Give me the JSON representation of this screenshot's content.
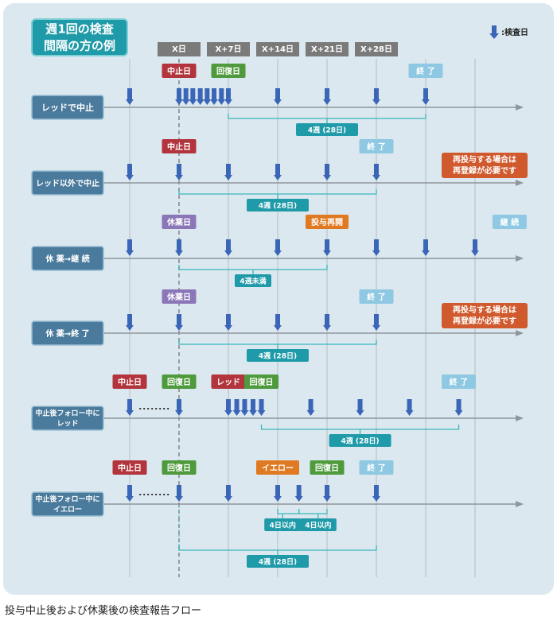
{
  "title": {
    "line1": "週1回の検査",
    "line2": "間隔の方の例"
  },
  "legend": {
    "label": ":検査日"
  },
  "columns": [
    "X日",
    "X+7日",
    "X+14日",
    "X+21日",
    "X+28日"
  ],
  "caption": "投与中止後および休薬後の検査報告フロー",
  "colors": {
    "panel_bg": "#dbe8ef",
    "row_label": "#4a7a9c",
    "arrow_marker": "#3b66b8",
    "red_tag": "#b2343d",
    "green_tag": "#4e9a3c",
    "purple_tag": "#8b77b8",
    "orange_tag": "#e07a22",
    "light_blue_tag": "#8ec8e2",
    "teal_label": "#1f9aa8",
    "brace": "#3bb6bb",
    "note_tag": "#d05a2e",
    "column_header": "#7a7a7a"
  },
  "rows": [
    {
      "label": [
        "レッドで中止"
      ],
      "ticks": [
        0,
        1,
        1.14,
        1.28,
        1.43,
        1.57,
        1.71,
        1.86,
        2,
        3,
        4,
        5,
        6
      ],
      "tags": [
        {
          "text": "中止日",
          "col": 1,
          "color": "red"
        },
        {
          "text": "回復日",
          "col": 2,
          "color": "green"
        },
        {
          "text": "終 了",
          "col": 6,
          "color": "lightblue"
        }
      ],
      "brace": {
        "from": 2,
        "to": 6,
        "label": "4週 (28日)",
        "labelCol": 4
      }
    },
    {
      "label": [
        "レッド以外で中止"
      ],
      "ticks": [
        0,
        1,
        2,
        3,
        4,
        5
      ],
      "tags": [
        {
          "text": "中止日",
          "col": 1,
          "color": "red"
        },
        {
          "text": "終 了",
          "col": 5,
          "color": "lightblue"
        }
      ],
      "note": [
        "再投与する場合は",
        "再登録が必要です"
      ],
      "brace": {
        "from": 1,
        "to": 5,
        "label": "4週 (28日)",
        "labelCol": 3
      }
    },
    {
      "label": [
        "休 薬→継 続"
      ],
      "ticks": [
        0,
        1,
        2,
        3,
        4,
        5,
        6,
        7
      ],
      "tags": [
        {
          "text": "休薬日",
          "col": 1,
          "color": "purple"
        },
        {
          "text": "投与再開",
          "col": 4,
          "color": "orange"
        },
        {
          "text": "継 続",
          "col": 7.7,
          "color": "lightblue"
        }
      ],
      "brace": {
        "from": 1,
        "to": 4,
        "label": "4週未満",
        "labelCol": 2.5
      }
    },
    {
      "label": [
        "休 薬→終 了"
      ],
      "ticks": [
        0,
        1,
        2,
        3,
        4,
        5
      ],
      "tags": [
        {
          "text": "休薬日",
          "col": 1,
          "color": "purple"
        },
        {
          "text": "終 了",
          "col": 5,
          "color": "lightblue"
        }
      ],
      "note": [
        "再投与する場合は",
        "再登録が必要です"
      ],
      "brace": {
        "from": 1,
        "to": 5,
        "label": "4週 (28日)",
        "labelCol": 3
      }
    },
    {
      "label": [
        "中止後フォロー中に",
        "レッド"
      ],
      "ticks": [
        0,
        1,
        2,
        2.17,
        2.33,
        2.5,
        2.67,
        3.67,
        4.67,
        5.67,
        6.67
      ],
      "dots": {
        "from": 0.1,
        "to": 0.9
      },
      "tags": [
        {
          "text": "中止日",
          "col": 0,
          "color": "red"
        },
        {
          "text": "回復日",
          "col": 1,
          "color": "green"
        },
        {
          "text": "レッド",
          "col": 2,
          "color": "red"
        },
        {
          "text": "回復日",
          "col": 2.67,
          "color": "green"
        },
        {
          "text": "終 了",
          "col": 6.67,
          "color": "lightblue"
        }
      ],
      "brace": {
        "from": 2.67,
        "to": 6.67,
        "label": "4週 (28日)",
        "labelCol": 4.67
      }
    },
    {
      "label": [
        "中止後フォロー中に",
        "イエロー"
      ],
      "ticks": [
        0,
        1,
        2,
        3,
        3.43,
        4,
        5
      ],
      "dots": {
        "from": 0.1,
        "to": 0.9
      },
      "tags": [
        {
          "text": "中止日",
          "col": 0,
          "color": "red"
        },
        {
          "text": "回復日",
          "col": 1,
          "color": "green"
        },
        {
          "text": "イエロー",
          "col": 3,
          "color": "orange"
        },
        {
          "text": "回復日",
          "col": 4,
          "color": "green"
        },
        {
          "text": "終 了",
          "col": 5,
          "color": "lightblue"
        }
      ],
      "subBraces": [
        {
          "from": 3,
          "to": 3.43,
          "label": "4日以内",
          "labelCol": 3.1
        },
        {
          "from": 3.43,
          "to": 4,
          "label": "4日以内",
          "labelCol": 3.82
        }
      ],
      "brace": {
        "from": 1,
        "to": 5,
        "label": "4週 (28日)",
        "labelCol": 3
      }
    }
  ]
}
